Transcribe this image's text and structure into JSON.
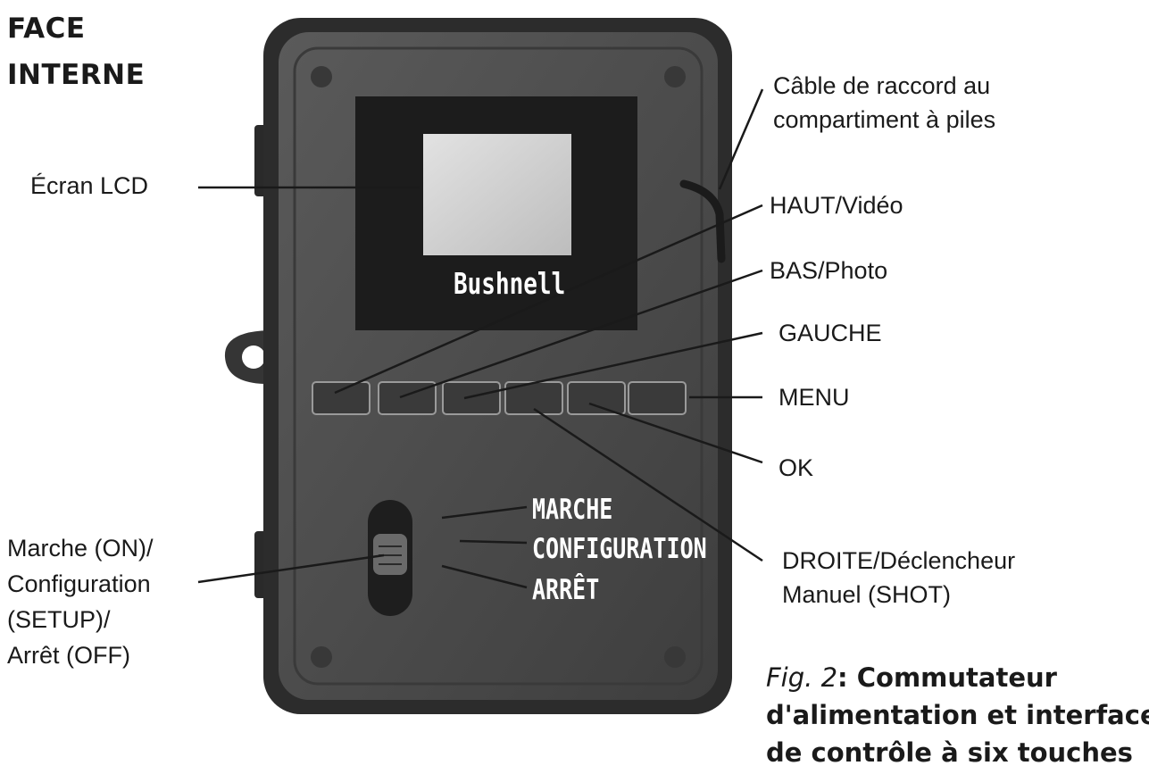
{
  "heading": {
    "line1": "FACE",
    "line2": "INTERNE"
  },
  "device": {
    "brand": "Bushnell"
  },
  "switch_positions": {
    "on": "MARCHE",
    "setup": "CONFIGURATION",
    "off": "ARRÊT"
  },
  "labels": {
    "lcd": "Écran LCD",
    "cable_line1": "Câble de raccord au",
    "cable_line2": "compartiment à piles",
    "up": "HAUT/Vidéo",
    "down": "BAS/Photo",
    "left": "GAUCHE",
    "menu": "MENU",
    "ok": "OK",
    "right_line1": "DROITE/Déclencheur",
    "right_line2": "Manuel (SHOT)",
    "power_line1": "Marche (ON)/",
    "power_line2": "Configuration",
    "power_line3": "(SETUP)/",
    "power_line4": "Arrêt (OFF)"
  },
  "caption": {
    "fig": "Fig. 2",
    "line1_rest": ": Commutateur",
    "line2": "d'alimentation et interface",
    "line3": "de contrôle à six touches"
  },
  "colors": {
    "body": "#4a4a4a",
    "body_dark": "#2e2e2e",
    "screen_frame": "#1c1c1c",
    "lcd": "#cfcfcf"
  }
}
